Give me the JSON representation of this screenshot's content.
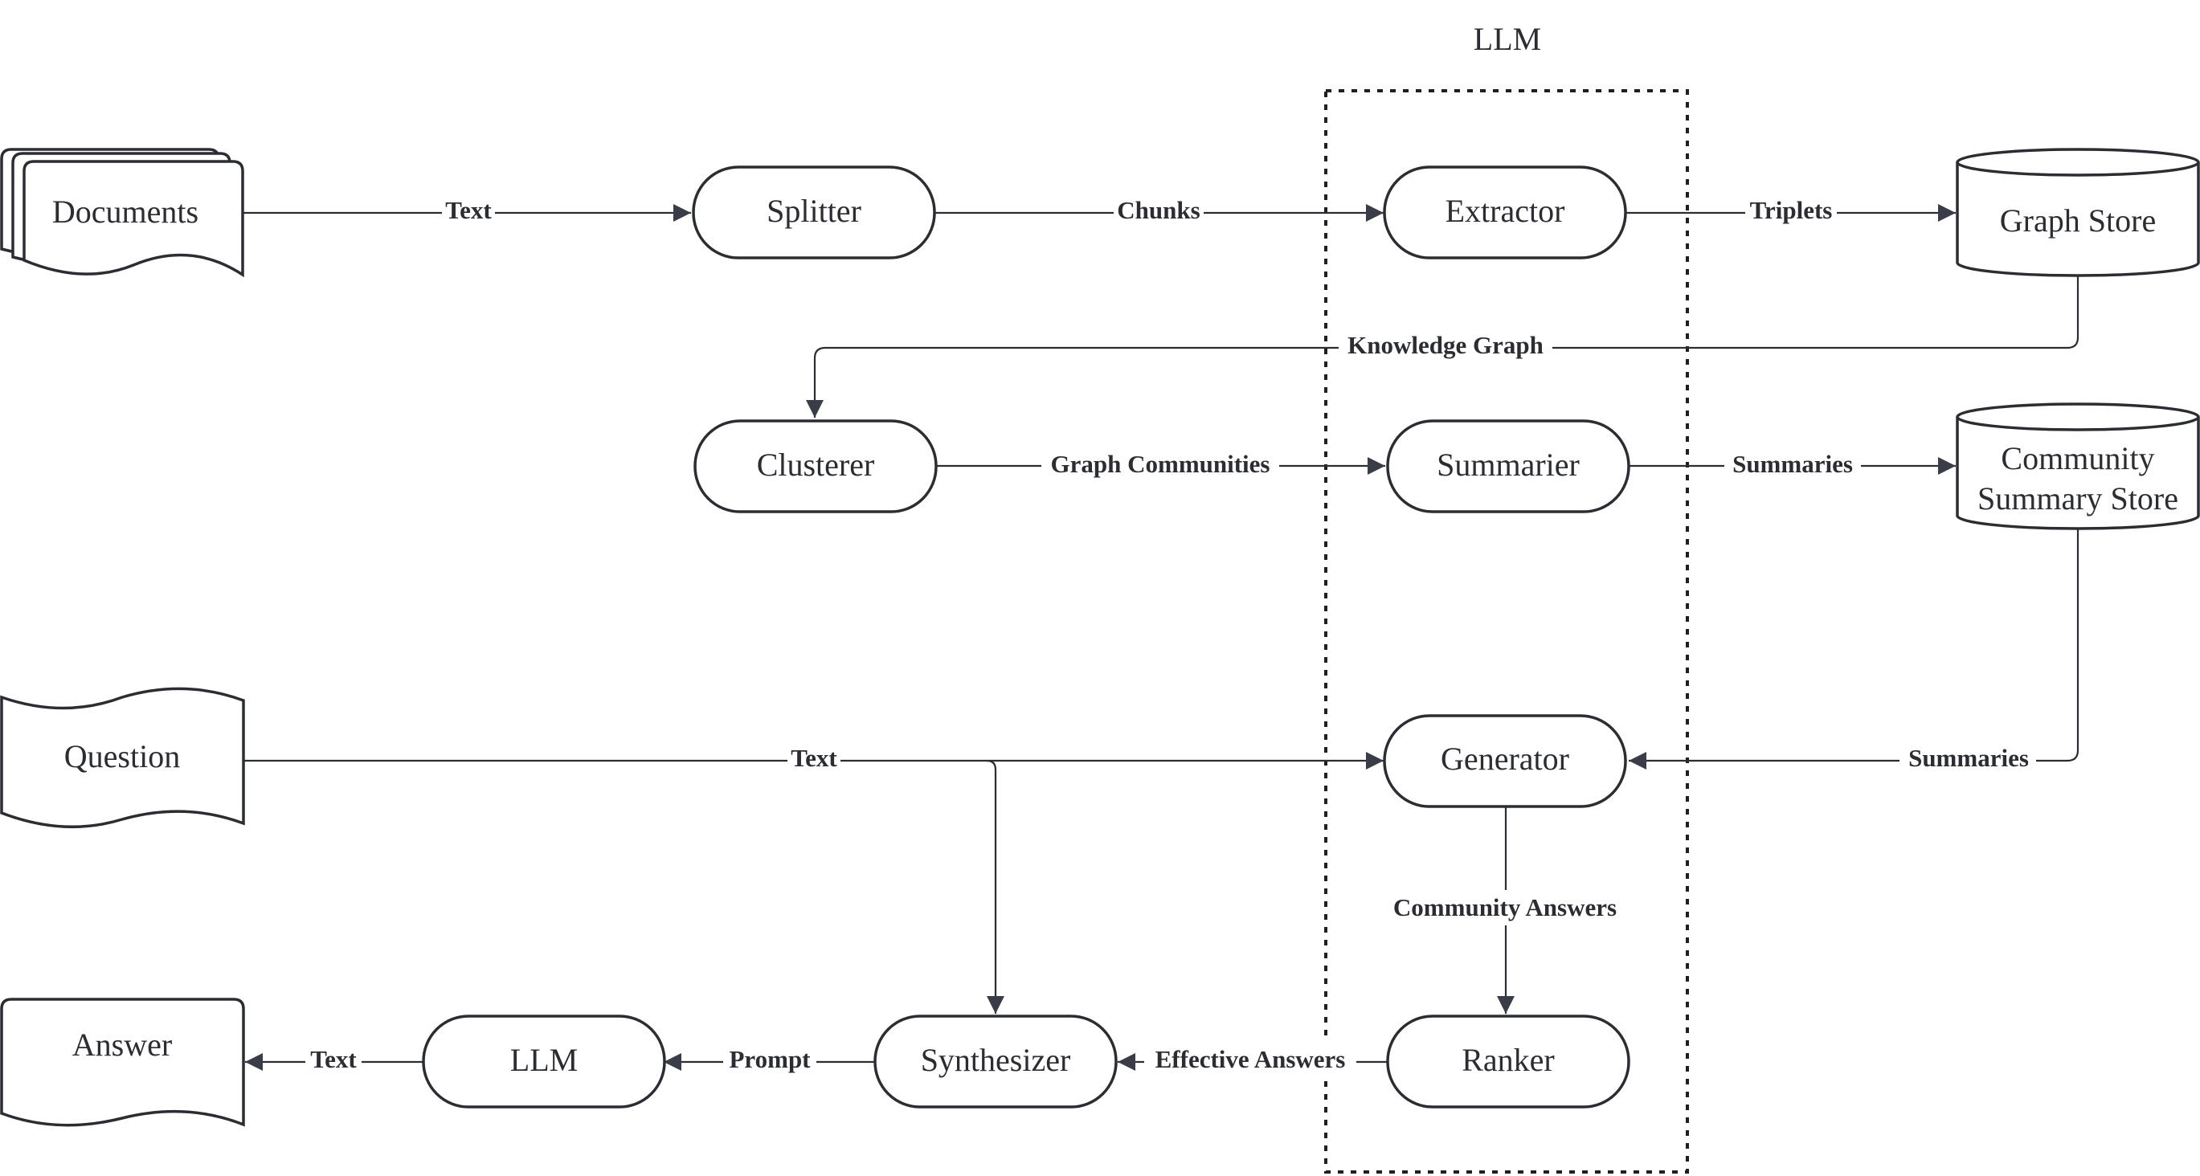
{
  "diagram": {
    "group": {
      "label": "LLM"
    },
    "nodes": {
      "documents": "Documents",
      "splitter": "Splitter",
      "extractor": "Extractor",
      "graph_store": "Graph Store",
      "clusterer": "Clusterer",
      "summarier": "Summarier",
      "community_store_line1": "Community",
      "community_store_line2": "Summary Store",
      "question": "Question",
      "generator": "Generator",
      "answer": "Answer",
      "llm": "LLM",
      "synthesizer": "Synthesizer",
      "ranker": "Ranker"
    },
    "edges": {
      "documents_to_splitter": "Text",
      "splitter_to_extractor": "Chunks",
      "extractor_to_graph_store": "Triplets",
      "graph_store_to_clusterer": "Knowledge Graph",
      "clusterer_to_summarier": "Graph Communities",
      "summarier_to_community_store": "Summaries",
      "question_to_generator": "Text",
      "community_store_to_generator": "Summaries",
      "generator_to_ranker": "Community Answers",
      "ranker_to_synthesizer": "Effective Answers",
      "synthesizer_to_llm": "Prompt",
      "llm_to_answer": "Text"
    }
  }
}
